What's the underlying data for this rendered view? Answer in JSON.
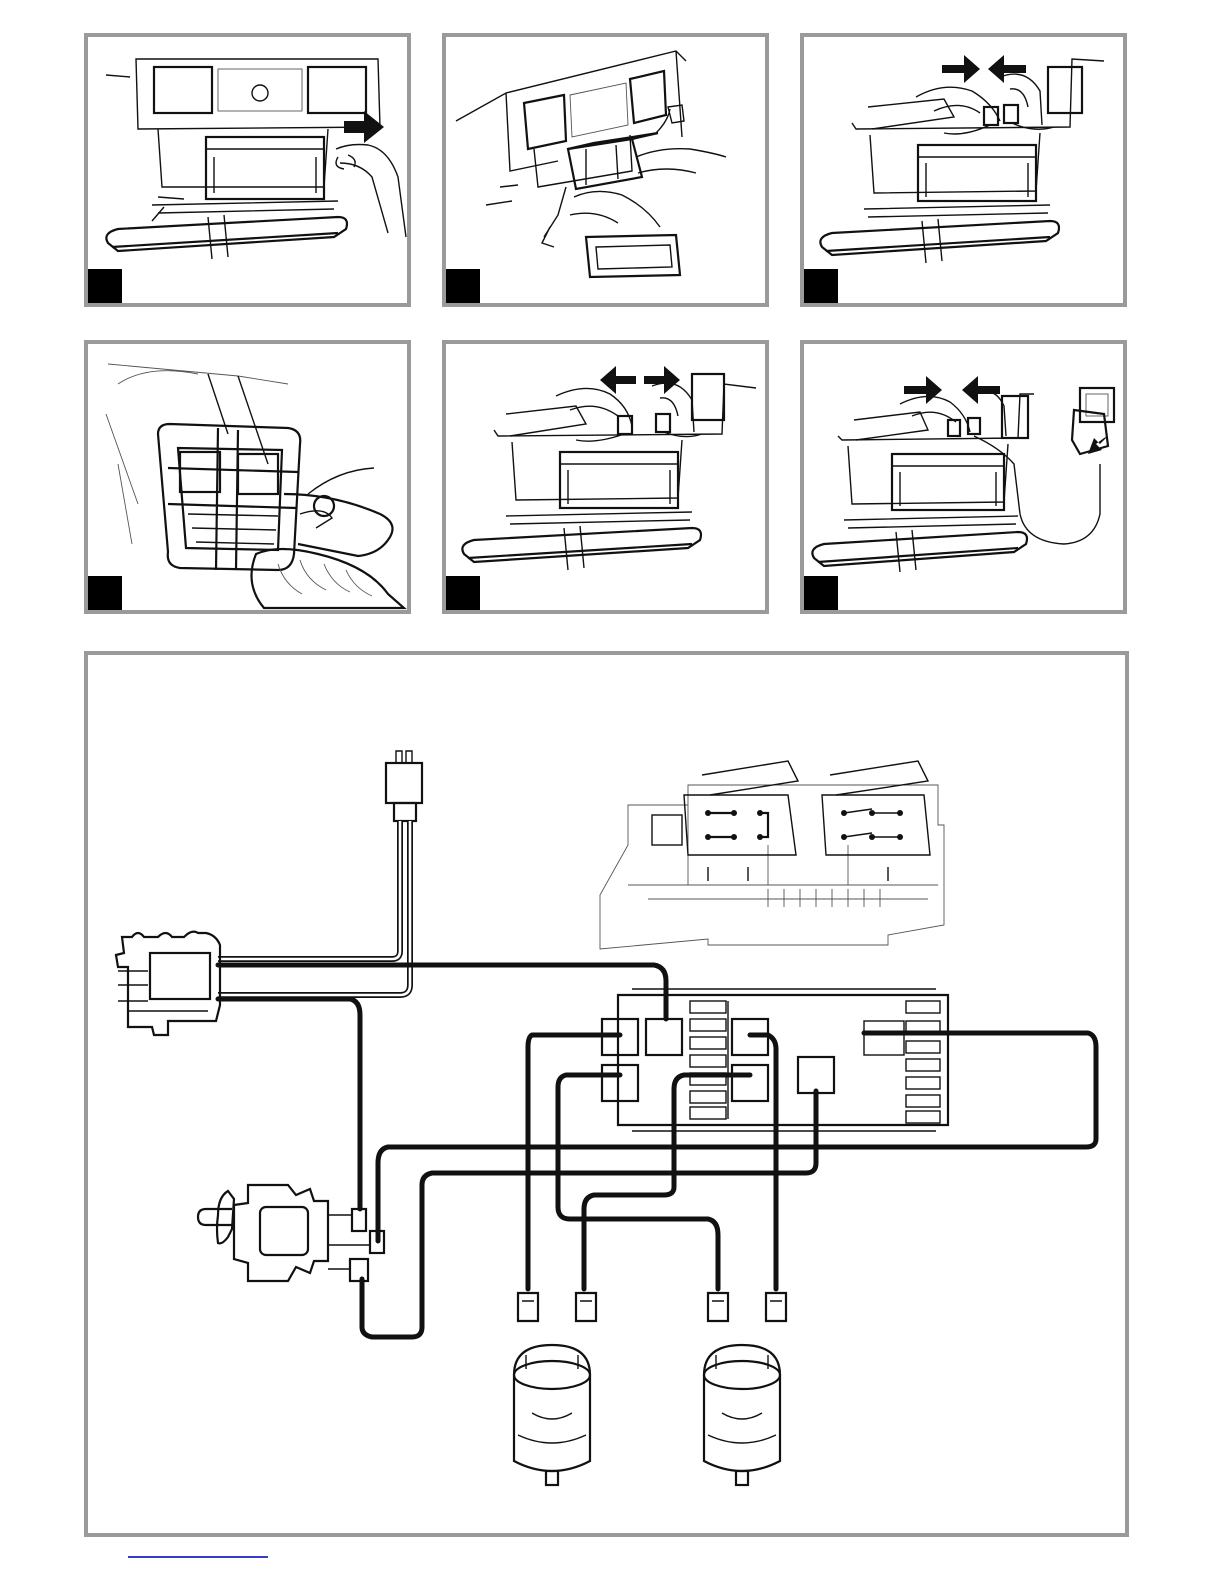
{
  "figure": {
    "panels": [
      {
        "id": "p1",
        "step": "",
        "icon": "battery-compartment-pull-icon",
        "arrow": "right"
      },
      {
        "id": "p2",
        "step": "",
        "icon": "battery-removal-icon",
        "arrow": "none"
      },
      {
        "id": "p3",
        "step": "",
        "icon": "connector-join-icon",
        "arrow": "join"
      },
      {
        "id": "p4",
        "step": "",
        "icon": "bumper-fastener-icon",
        "arrow": "none"
      },
      {
        "id": "p5",
        "step": "",
        "icon": "connector-separate-icon",
        "arrow": "separate"
      },
      {
        "id": "p6",
        "step": "",
        "icon": "battery-charger-plug-icon",
        "arrow": "join"
      }
    ],
    "wiring": {
      "icon": "wiring-diagram-icon",
      "components": [
        "connector-plug-icon",
        "pedal-switch-icon",
        "switch-panel-icon",
        "fuse-block-icon",
        "forward-reverse-switch-icon",
        "motor-left-icon",
        "motor-right-icon"
      ]
    },
    "colors": {
      "frame": "#9a9a9a",
      "ink": "#111111",
      "badge": "#000000",
      "link": "#3a3acf"
    }
  }
}
